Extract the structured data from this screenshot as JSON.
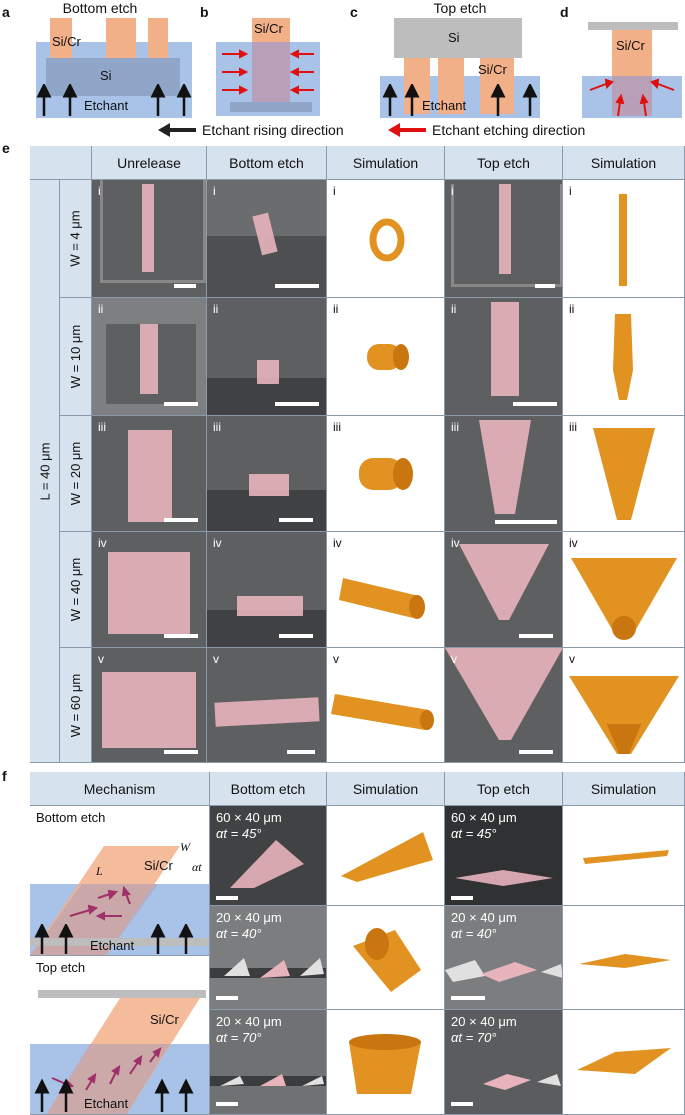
{
  "panels": {
    "a": "a",
    "b": "b",
    "c": "c",
    "d": "d",
    "e": "e",
    "f": "f"
  },
  "top": {
    "a_title": "Bottom etch",
    "a_sicr": "Si/Cr",
    "a_si": "Si",
    "a_etchant": "Etchant",
    "b_sicr": "Si/Cr",
    "c_title": "Top etch",
    "c_si": "Si",
    "c_sicr": "Si/Cr",
    "c_etchant": "Etchant",
    "d_sicr": "Si/Cr",
    "legend_rising": "Etchant rising direction",
    "legend_etching": "Etchant etching direction"
  },
  "colors": {
    "etchant": "#a8c2e8",
    "sicr": "#f2b088",
    "si": "#bdbdbd",
    "header": "#d6e3ee",
    "sample": "#e8b4bc",
    "sim": "#e29220",
    "rising_arrow": "#222222",
    "etching_arrow": "#e01010"
  },
  "table_e": {
    "columns": [
      "Unrelease",
      "Bottom etch",
      "Simulation",
      "Top etch",
      "Simulation"
    ],
    "l_label": "L = 40 μm",
    "rows": [
      {
        "w": "W = 4 μm",
        "n": "i"
      },
      {
        "w": "W = 10 μm",
        "n": "ii"
      },
      {
        "w": "W = 20 μm",
        "n": "iii"
      },
      {
        "w": "W = 40 μm",
        "n": "iv"
      },
      {
        "w": "W = 60 μm",
        "n": "v"
      }
    ]
  },
  "table_f": {
    "columns": [
      "Mechanism",
      "Bottom etch",
      "Simulation",
      "Top etch",
      "Simulation"
    ],
    "mech": {
      "bottom": "Bottom etch",
      "top": "Top etch",
      "w": "W",
      "l": "L",
      "alpha": "αt",
      "sicr": "Si/Cr",
      "etchant": "Etchant"
    },
    "rows": [
      {
        "size": "60 × 40 μm",
        "angle": "αt = 45°"
      },
      {
        "size": "20 × 40 μm",
        "angle": "αt = 40°"
      },
      {
        "size": "20 × 40 μm",
        "angle": "αt = 70°"
      }
    ]
  }
}
